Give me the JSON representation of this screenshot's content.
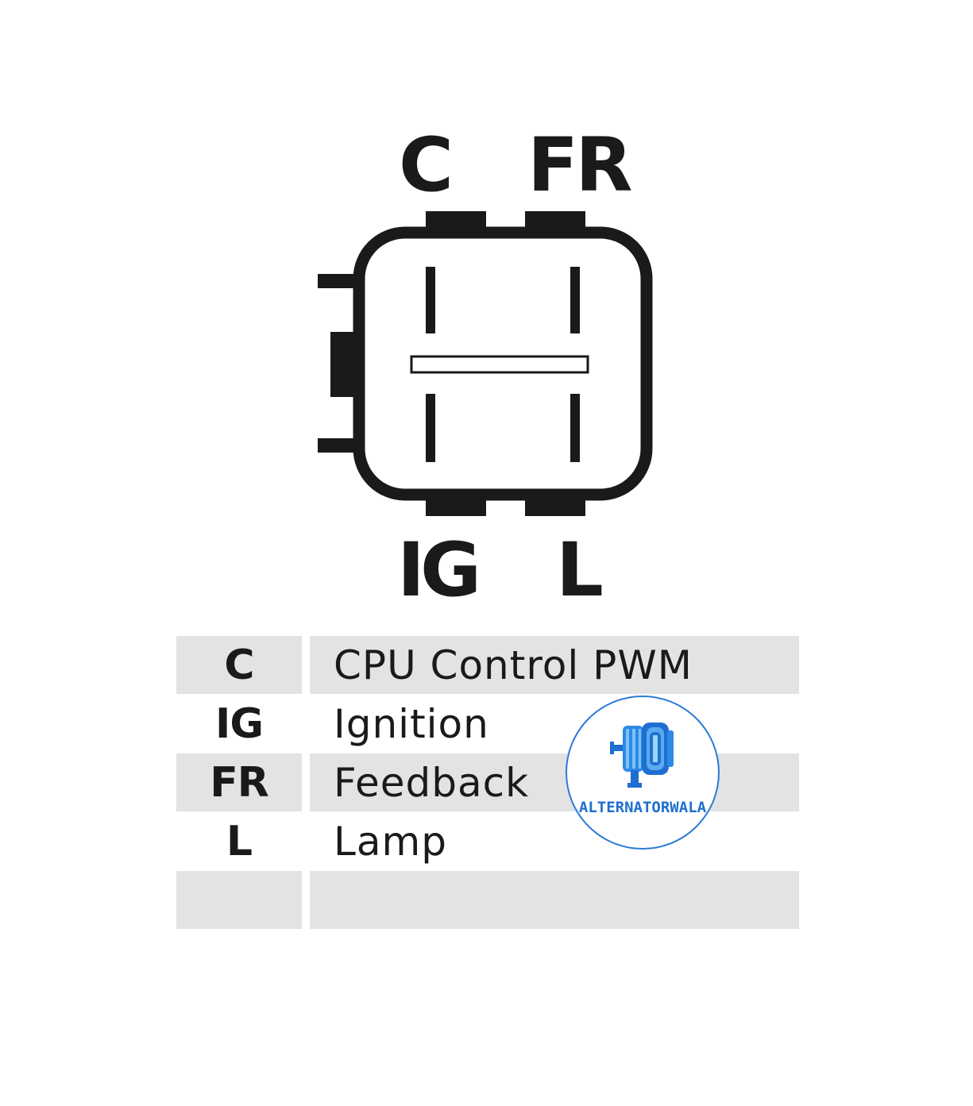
{
  "connector": {
    "pin_top_left": "C",
    "pin_top_right": "FR",
    "pin_bottom_left": "IG",
    "pin_bottom_right": "L"
  },
  "pin_table": {
    "rows": [
      {
        "code": "C",
        "description": "CPU Control PWM"
      },
      {
        "code": "IG",
        "description": "Ignition"
      },
      {
        "code": "FR",
        "description": "Feedback"
      },
      {
        "code": "L",
        "description": "Lamp"
      },
      {
        "code": "",
        "description": ""
      }
    ]
  },
  "logo": {
    "text": "ALTERNATORWALA",
    "icon": "alternator-icon",
    "color": "#1e6fd0"
  },
  "colors": {
    "ink": "#1a1a1a",
    "row_shade": "#e3e3e3"
  }
}
